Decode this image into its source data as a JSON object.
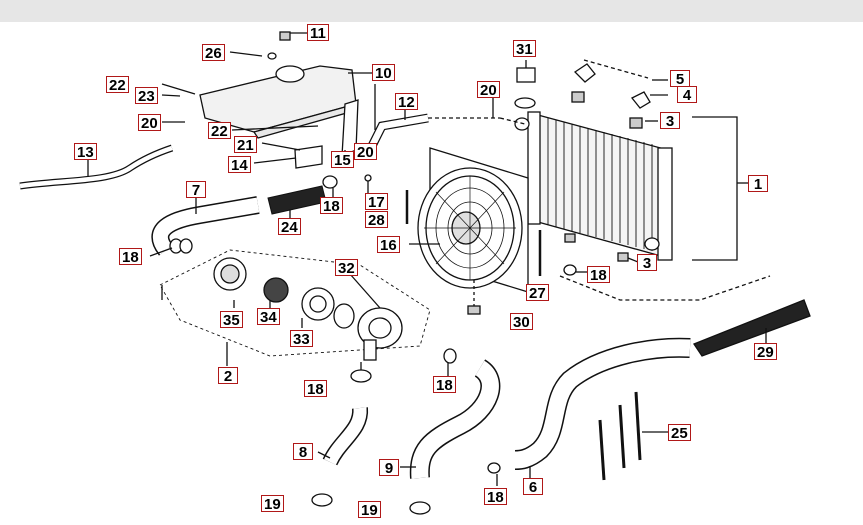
{
  "callouts": [
    "1",
    "2",
    "3",
    "3",
    "4",
    "5",
    "6",
    "7",
    "8",
    "9",
    "10",
    "11",
    "12",
    "13",
    "14",
    "15",
    "16",
    "17",
    "18",
    "18",
    "18",
    "18",
    "18",
    "19",
    "19",
    "20",
    "20",
    "20",
    "21",
    "22",
    "22",
    "23",
    "24",
    "25",
    "26",
    "27",
    "28",
    "29",
    "30",
    "31",
    "32",
    "33",
    "34",
    "35"
  ],
  "colors": {
    "callout_border": "#b01818",
    "topbar": "#e6e6e6",
    "line": "#111111"
  }
}
